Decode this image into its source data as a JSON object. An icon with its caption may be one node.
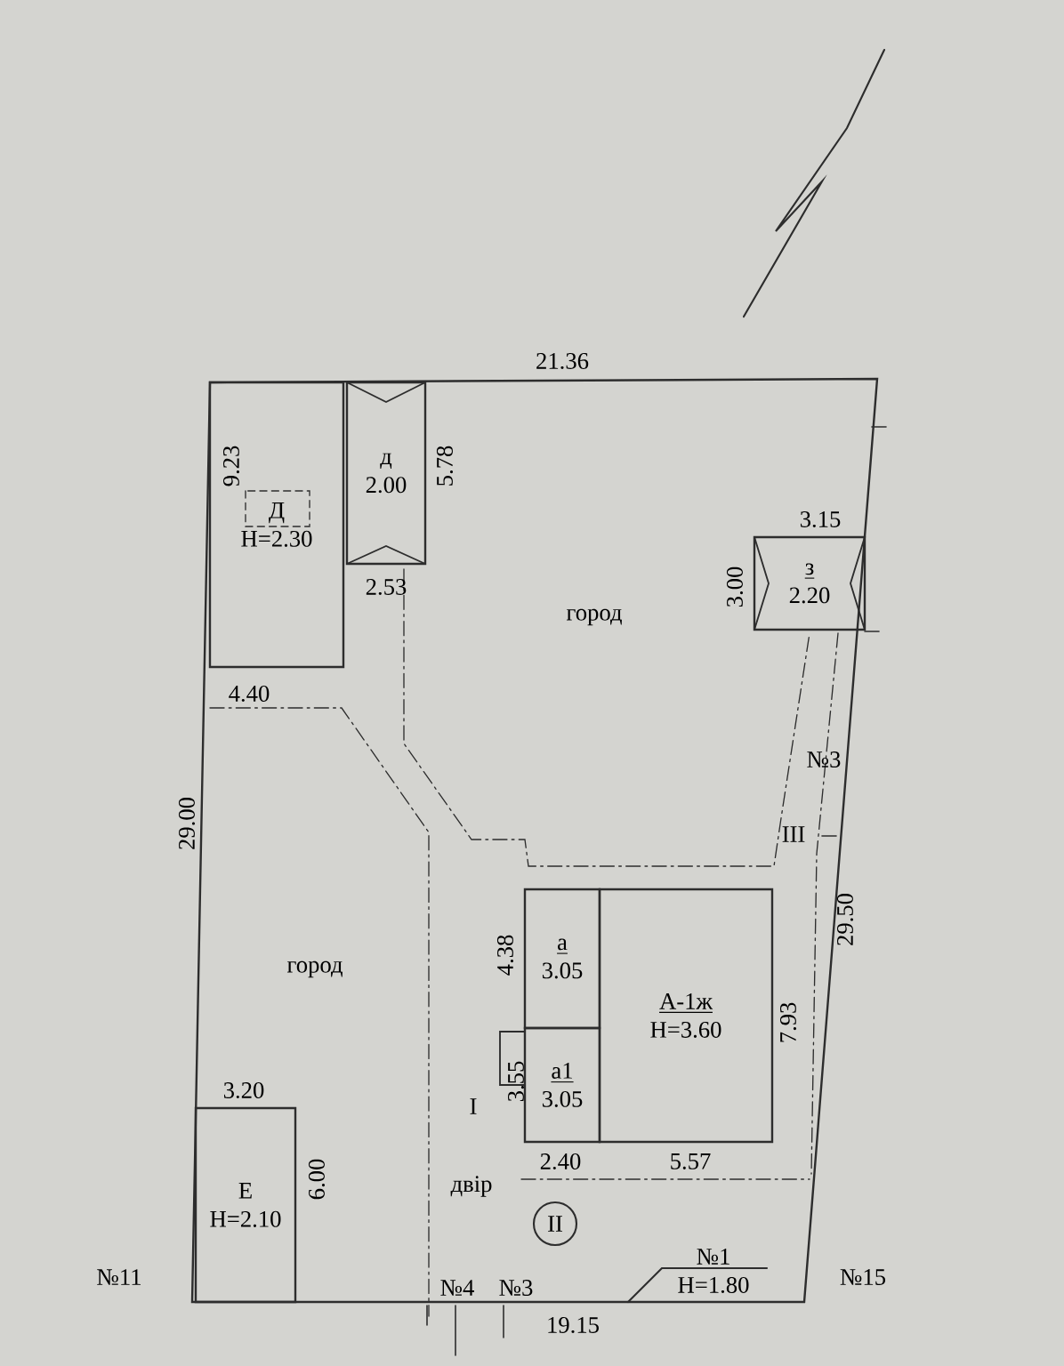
{
  "diagram": {
    "nodes": [
      {
        "text": [
          "Д",
          "Н=2.30"
        ]
      },
      {
        "text": [
          "д",
          "2.00"
        ],
        "beside": [
          "5.78"
        ]
      },
      {
        "text": [
          "з",
          "2.20"
        ],
        "beside": [
          "3.15",
          "3.00"
        ]
      },
      {
        "text": [
          "а",
          "3.05"
        ]
      },
      {
        "text": [
          "А-1ж",
          "Н=3.60"
        ],
        "beside": [
          "7.93",
          "5.57"
        ]
      },
      {
        "text": [
          "а1",
          "3.05"
        ]
      },
      {
        "text": [
          "Е",
          "Н=2.10"
        ],
        "beside": [
          "3.20",
          "6.00"
        ]
      },
      {
        "text": [
          "II"
        ]
      },
      {
        "text": [
          "№1",
          "Н=1.80"
        ]
      }
    ],
    "labels": [
      "21.36",
      "9.23",
      "2.53",
      "город",
      "4.40",
      "№3",
      "III",
      "29.00",
      "29.50",
      "4.38",
      "город",
      "I",
      "3.55",
      "2.40",
      "двір",
      "№11",
      "№4",
      "№3",
      "№15",
      "19.15"
    ]
  }
}
